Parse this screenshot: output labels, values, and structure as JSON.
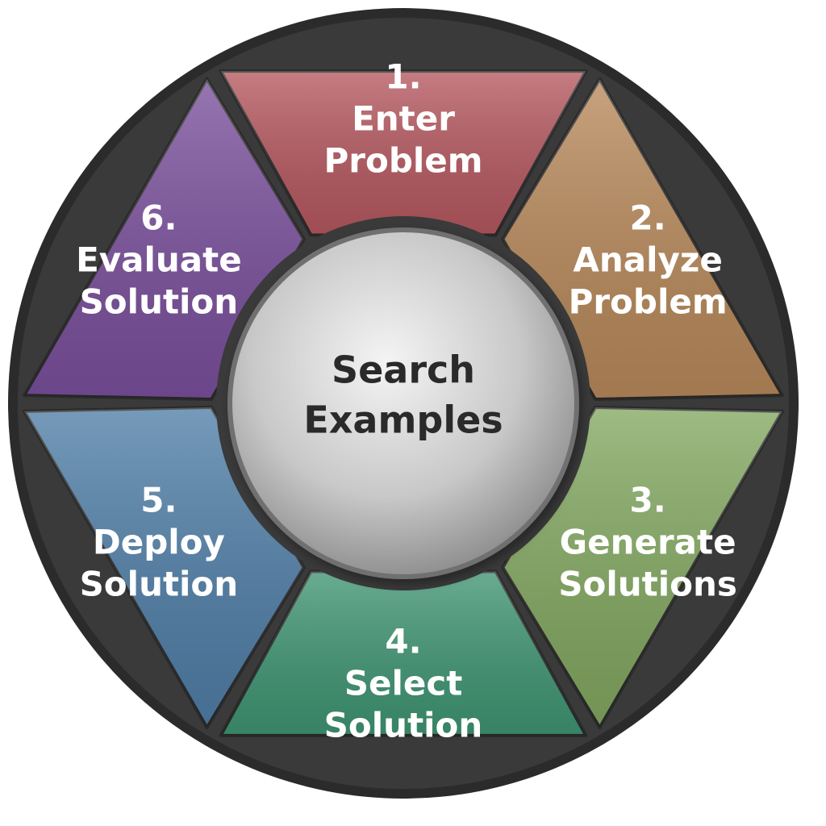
{
  "center": {
    "line1": "Search",
    "line2": "Examples",
    "color": "#bdbdbd"
  },
  "steps": [
    {
      "number": "1.",
      "line1": "Enter",
      "line2": "Problem",
      "color": "#b5585f"
    },
    {
      "number": "2.",
      "line1": "Analyze",
      "line2": "Problem",
      "color": "#b8895a"
    },
    {
      "number": "3.",
      "line1": "Generate",
      "line2": "Solutions",
      "color": "#82a860"
    },
    {
      "number": "4.",
      "line1": "Select",
      "line2": "Solution",
      "color": "#3f9573"
    },
    {
      "number": "5.",
      "line1": "Deploy",
      "line2": "Solution",
      "color": "#4f7ea7"
    },
    {
      "number": "6.",
      "line1": "Evaluate",
      "line2": "Solution",
      "color": "#7a4f9c"
    }
  ]
}
